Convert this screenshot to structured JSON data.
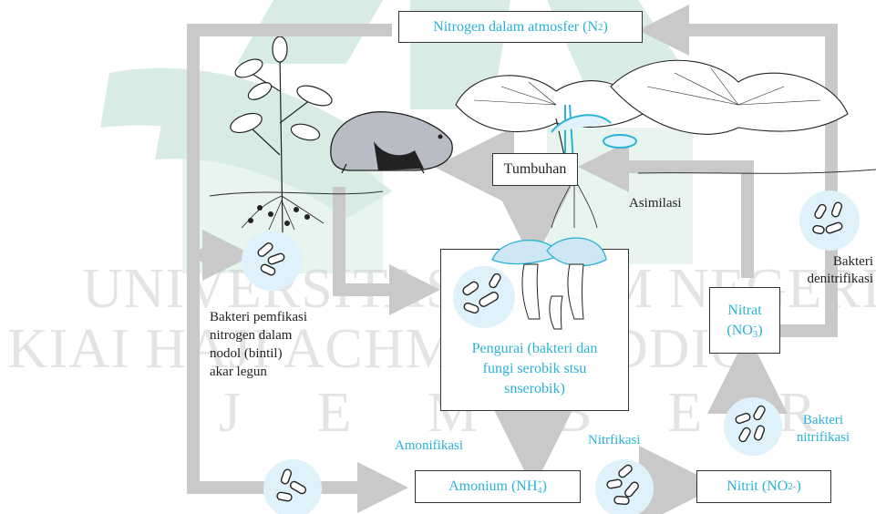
{
  "watermark": {
    "line1": "UNIVERSITAS ISLAM NEGERI",
    "line2": "KIAI HAJI ACHMAD SIDDIQ",
    "line3": "J E M B E R"
  },
  "boxes": {
    "atmosfer": "Nitrogen dalam atmosfer (N",
    "atmosfer_sub": "2",
    "atmosfer_close": ")",
    "tumbuhan": "Tumbuhan",
    "pengurai_line1": "Pengurai (bakteri dan",
    "pengurai_line2": "fungi serobik stsu",
    "pengurai_line3": "snserobik)",
    "nitrat_line1": "Nitrat",
    "nitrat_formula": "(NO",
    "nitrat_sub": "3",
    "nitrat_sup": "-",
    "nitrat_close": ")",
    "amonium": "Amonium (NH",
    "amonium_sub": "4",
    "amonium_sup": "+",
    "amonium_close": ")",
    "nitrit": "Nitrit (NO",
    "nitrit_sub": "2",
    "nitrit_sup": "-",
    "nitrit_close": ")"
  },
  "labels": {
    "asimilasi": "Asimilasi",
    "bakteri_denit_1": "Bakteri",
    "bakteri_denit_2": "denitrifikasi",
    "bakteri_pemfiksasi_1": "Bakteri pemfikasi",
    "bakteri_pemfiksasi_2": "nitrogen dalam",
    "bakteri_pemfiksasi_3": "nodol (bintil)",
    "bakteri_pemfiksasi_4": "akar legun",
    "amonifikasi": "Amonifikasi",
    "nitrifikasi": "Nitrfikasi",
    "bakteri_nitri_1": "Bakteri",
    "bakteri_nitri_2": "nitrifikasi"
  },
  "colors": {
    "arrow": "#c9c9c9",
    "accent": "#29b3d6",
    "bubble": "#dff1fa",
    "watermark_green": "#2e9b6a"
  },
  "icons": [
    "legume-plant-icon",
    "rodent-icon",
    "squash-plant-icon",
    "mushroom-icon",
    "bacteria-icon"
  ]
}
